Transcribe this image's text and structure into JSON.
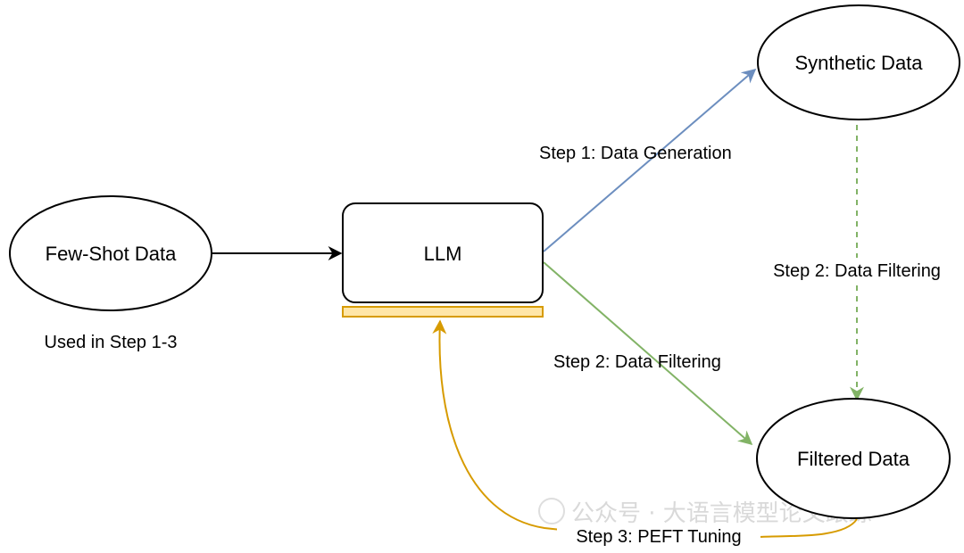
{
  "nodes": {
    "few_shot": {
      "label": "Few-Shot Data",
      "note": "Used in Step 1-3"
    },
    "llm": {
      "label": "LLM"
    },
    "synthetic": {
      "label": "Synthetic Data"
    },
    "filtered": {
      "label": "Filtered Data"
    }
  },
  "edges": {
    "generation": {
      "label": "Step 1: Data Generation",
      "color": "#6c8ebf"
    },
    "filtering_from_llm": {
      "label": "Step 2: Data Filtering",
      "color": "#82b366"
    },
    "filtering_from_synthetic": {
      "label": "Step 2: Data Filtering",
      "color": "#82b366",
      "style": "dashed"
    },
    "peft": {
      "label": "Step 3: PEFT Tuning",
      "color": "#d79b00"
    },
    "input": {
      "color": "#000000"
    }
  },
  "adapter_bar": {
    "fill": "#ffe6a8",
    "stroke": "#d79b00"
  },
  "watermark": {
    "text": "公众号 · 大语言模型论文跟踪"
  }
}
